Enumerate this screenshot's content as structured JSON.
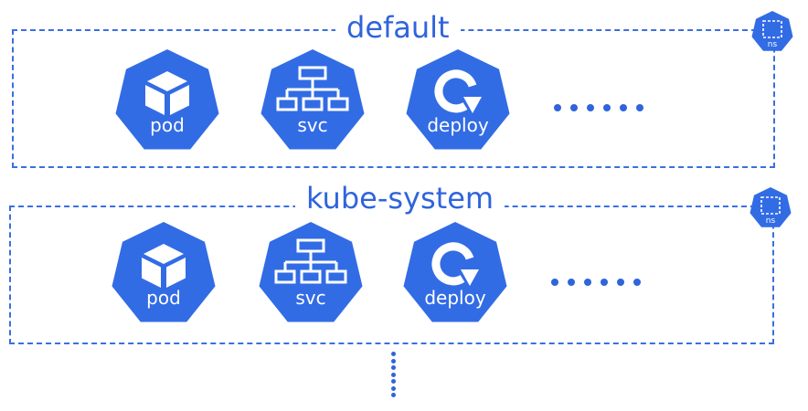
{
  "namespaces": [
    {
      "title": "default",
      "badge": "ns",
      "resources": [
        {
          "label": "pod",
          "icon": "cube-icon"
        },
        {
          "label": "svc",
          "icon": "hierarchy-icon"
        },
        {
          "label": "deploy",
          "icon": "rotate-arrow-icon"
        }
      ]
    },
    {
      "title": "kube-system",
      "badge": "ns",
      "resources": [
        {
          "label": "pod",
          "icon": "cube-icon"
        },
        {
          "label": "svc",
          "icon": "hierarchy-icon"
        },
        {
          "label": "deploy",
          "icon": "rotate-arrow-icon"
        }
      ]
    }
  ],
  "colors": {
    "accent": "#3a6fe0",
    "icon_fill": "#326ce5",
    "title_text": "#2f64dc",
    "icon_glyph": "#ffffff"
  }
}
